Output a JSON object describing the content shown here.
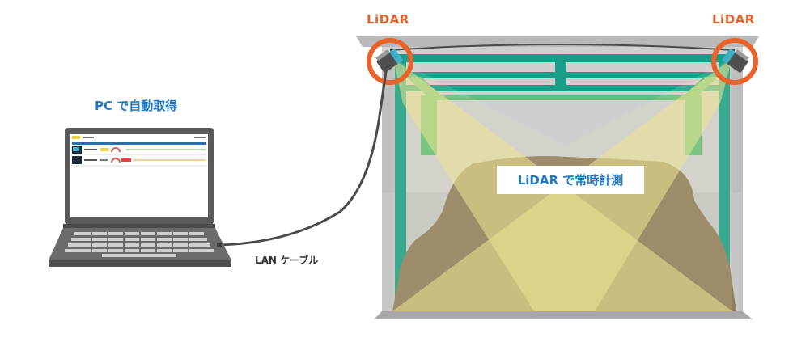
{
  "pc_title": "PC で自動取得",
  "cable_label": "LAN ケーブル",
  "lidar_left_label": "LiDAR",
  "lidar_right_label": "LiDAR",
  "measure_label": "LiDAR で常時計測",
  "colors": {
    "lidar_accent": "#e8622a",
    "label_blue": "#1f79c4",
    "frame_green": "#1a9e8a",
    "beam_yellow": "#ece38a",
    "material_brown": "#8b7a60",
    "wall_gray": "#c6c6c6"
  }
}
